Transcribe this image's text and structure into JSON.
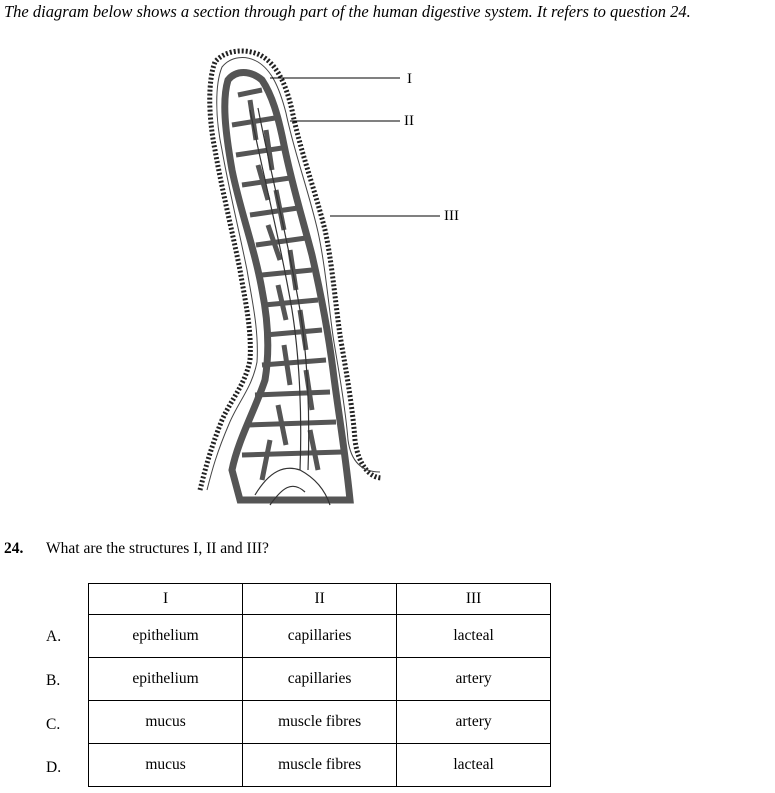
{
  "intro": "The diagram below shows a section through part of the human digestive system.  It refers to question 24.",
  "diagram_labels": [
    "I",
    "II",
    "III"
  ],
  "question": {
    "number": "24.",
    "text": "What are the structures I, II and III?"
  },
  "table": {
    "headers": [
      "I",
      "II",
      "III"
    ],
    "rows": [
      {
        "letter": "A.",
        "cells": [
          "epithelium",
          "capillaries",
          "lacteal"
        ]
      },
      {
        "letter": "B.",
        "cells": [
          "epithelium",
          "capillaries",
          "artery"
        ]
      },
      {
        "letter": "C.",
        "cells": [
          "mucus",
          "muscle fibres",
          "artery"
        ]
      },
      {
        "letter": "D.",
        "cells": [
          "mucus",
          "muscle fibres",
          "lacteal"
        ]
      }
    ]
  }
}
